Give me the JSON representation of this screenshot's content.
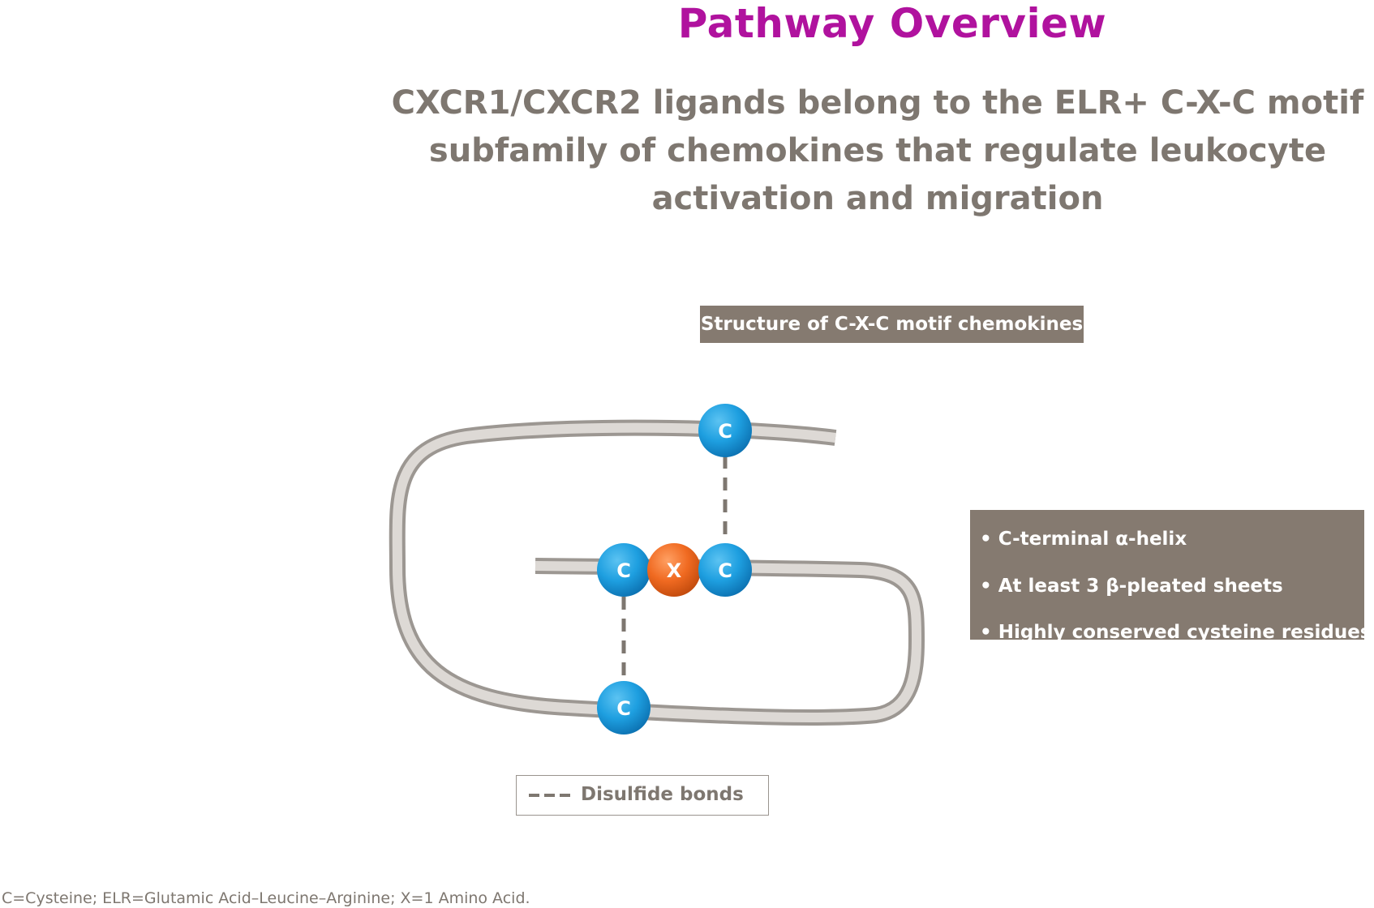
{
  "header": {
    "title": "Pathway Overview",
    "subtitle_lines": [
      "CXCR1/CXCR2 ligands belong to the ELR+ C-X-C motif",
      "subfamily of chemokines that regulate leukocyte",
      "activation and migration"
    ]
  },
  "diagram": {
    "structure_label": "Structure of C-X-C motif chemokines",
    "beads": {
      "top_c": "C",
      "left_c": "C",
      "x": "X",
      "right_c": "C",
      "bottom_c": "C"
    },
    "features": [
      "• C-terminal α-helix",
      "• At least 3 β-pleated sheets",
      "• Highly conserved cysteine residues"
    ],
    "legend_label": "Disulfide bonds"
  },
  "footnote": "C=Cysteine; ELR=Glutamic Acid–Leucine–Arginine; X=1 Amino Acid.",
  "colors": {
    "title": "#b0129e",
    "text_gray": "#7e7770",
    "box_fill": "#857a70",
    "cysteine_bead": "#1e9fe0",
    "x_bead": "#f06a21",
    "backbone": "#c9c5c1"
  }
}
